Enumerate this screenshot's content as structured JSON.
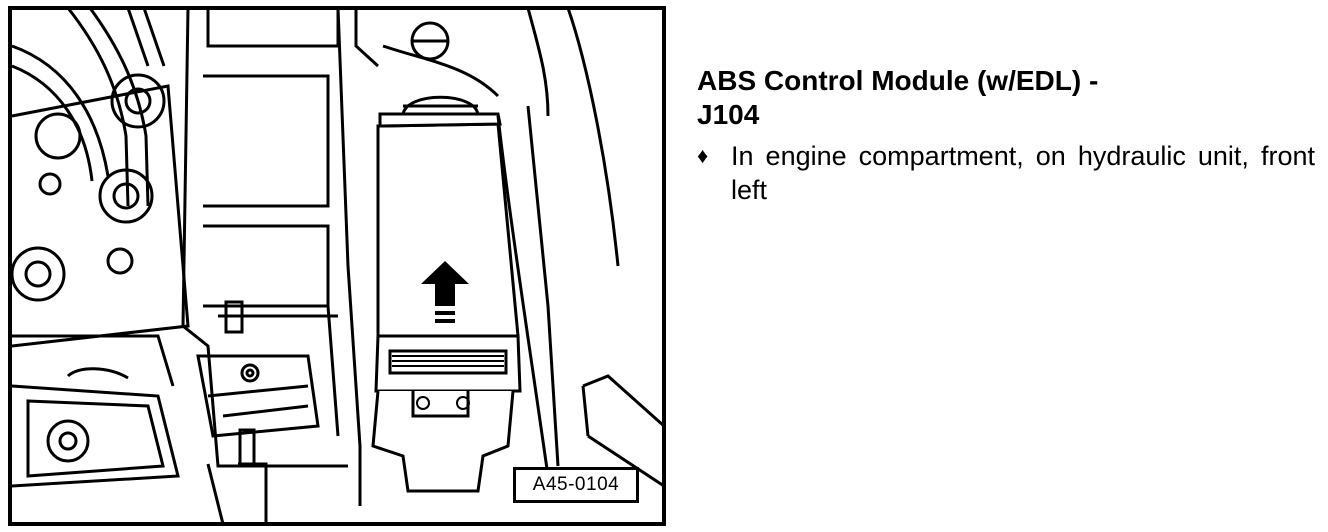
{
  "figure": {
    "id_label": "A45-0104"
  },
  "content": {
    "heading_line1": "ABS Control Module (w/EDL) -",
    "heading_line2": "J104",
    "bullet_glyph": "♦",
    "bullet_text": "In engine compartment, on hydraulic unit, front left"
  }
}
